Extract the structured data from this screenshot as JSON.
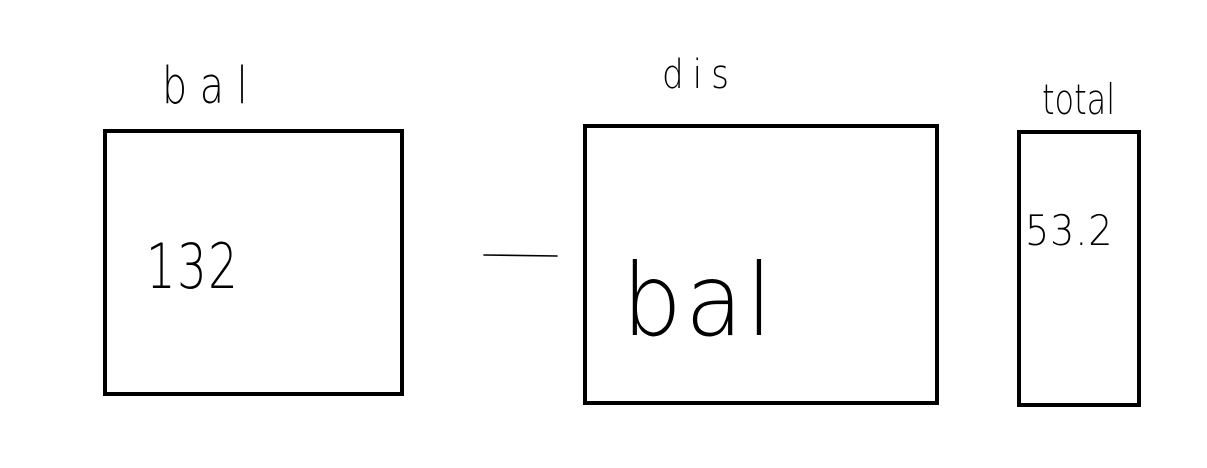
{
  "diagram": {
    "left_box": {
      "label": "bal",
      "value": "132"
    },
    "middle_box": {
      "label": "dis",
      "content": "bal"
    },
    "right_box": {
      "label": "total",
      "value": "53.2"
    },
    "operator": "—",
    "colors": {
      "ink": "#000000",
      "background": "#ffffff"
    }
  }
}
